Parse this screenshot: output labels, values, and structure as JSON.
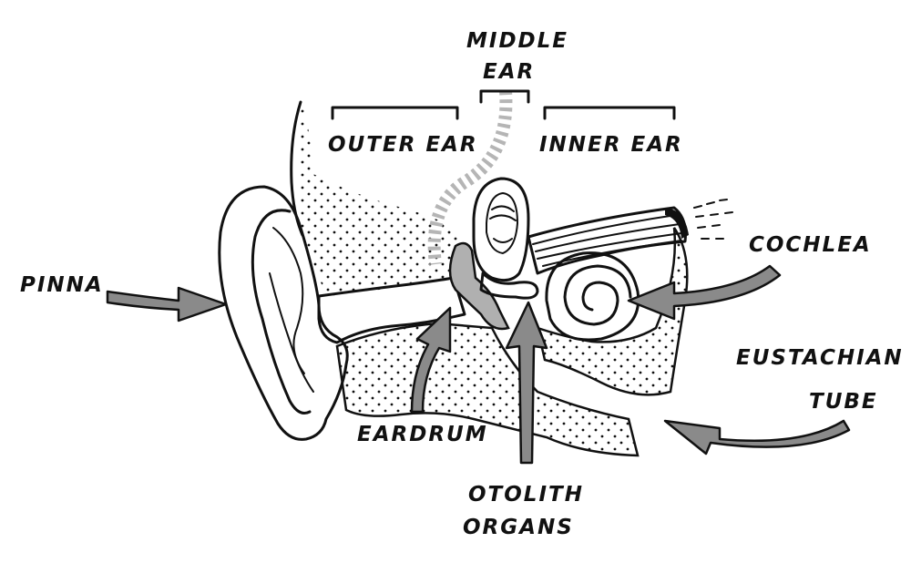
{
  "labels": {
    "middle_ear_line1": "MIDDLE",
    "middle_ear_line2": "EAR",
    "outer_ear": "OUTER EAR",
    "inner_ear": "INNER EAR",
    "pinna": "PINNA",
    "cochlea": "COCHLEA",
    "eustachian_line1": "EUSTACHIAN",
    "eustachian_line2": "TUBE",
    "eardrum": "EARDRUM",
    "otolith_line1": "OTOLITH",
    "otolith_line2": "ORGANS"
  },
  "colors": {
    "ink": "#111111",
    "arrow_fill": "#8a8a8a",
    "ossicle_fill": "#b0b0b0",
    "sound_wave": "#b5b5b5",
    "background": "#ffffff"
  },
  "icons": {
    "pinna_arrow": "arrow-right-icon",
    "cochlea_arrow": "arrow-left-icon",
    "eustachian_arrow": "arrow-left-icon",
    "eardrum_arrow": "arrow-up-icon",
    "otolith_arrow": "arrow-up-icon"
  }
}
